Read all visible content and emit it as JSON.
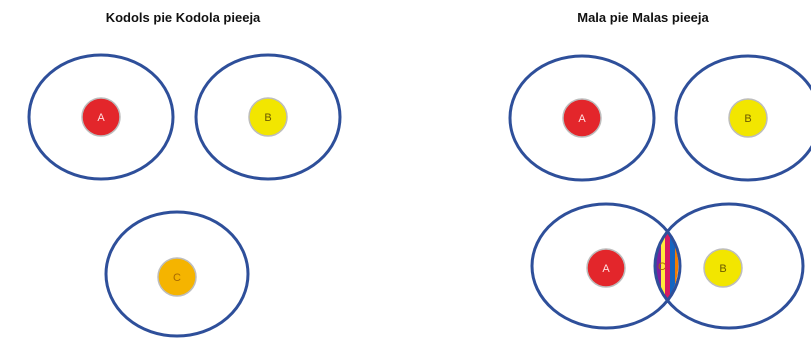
{
  "left_panel": {
    "title": "Kodols pie Kodola pieeja",
    "nodes": [
      {
        "label": "A",
        "fill": "#e3262b",
        "text_color": "#ffe0e0"
      },
      {
        "label": "B",
        "fill": "#f2e600",
        "text_color": "#6b5a00"
      },
      {
        "label": "C",
        "fill": "#f5b400",
        "text_color": "#a86a00"
      }
    ]
  },
  "right_panel": {
    "title": "Mala pie Malas pieeja",
    "nodes": [
      {
        "label": "A",
        "fill": "#e3262b",
        "text_color": "#ffe0e0"
      },
      {
        "label": "B",
        "fill": "#f2e600",
        "text_color": "#6b5a00"
      },
      {
        "label": "A",
        "fill": "#e3262b",
        "text_color": "#ffe0e0"
      },
      {
        "label": "B",
        "fill": "#f2e600",
        "text_color": "#6b5a00"
      },
      {
        "label": "C",
        "fill": "#f5b400",
        "text_color": "#a86a00"
      }
    ]
  },
  "colors": {
    "ring": "#2e4f9a",
    "node_border": "#bdbdbd",
    "overlap_stripes": [
      "#e91e63",
      "#ff9800",
      "#7b1fa2",
      "#ffeb3b",
      "#1565c0",
      "#d81b60",
      "#f57c00"
    ]
  }
}
